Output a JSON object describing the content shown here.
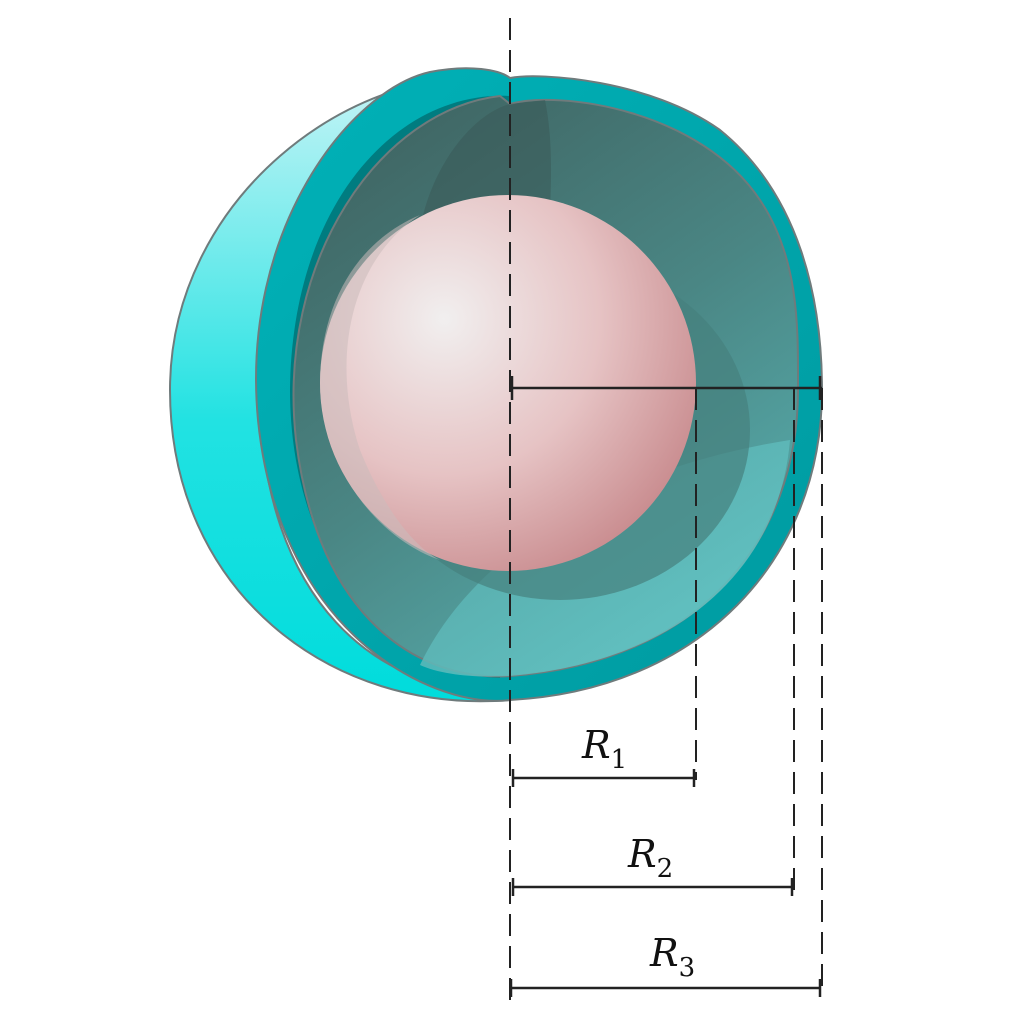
{
  "labels": {
    "r1": {
      "letter": "R",
      "sub": "1"
    },
    "r2": {
      "letter": "R",
      "sub": "2"
    },
    "r3": {
      "letter": "R",
      "sub": "3"
    }
  },
  "colors": {
    "outer_shell": "#00a9b0",
    "outer_shell_side": "#22e0e0",
    "shell_cavity": "#3f7d7a",
    "core_center": "#f0ecec",
    "core_edge": "#cc9294",
    "dimension_line": "#222222"
  }
}
